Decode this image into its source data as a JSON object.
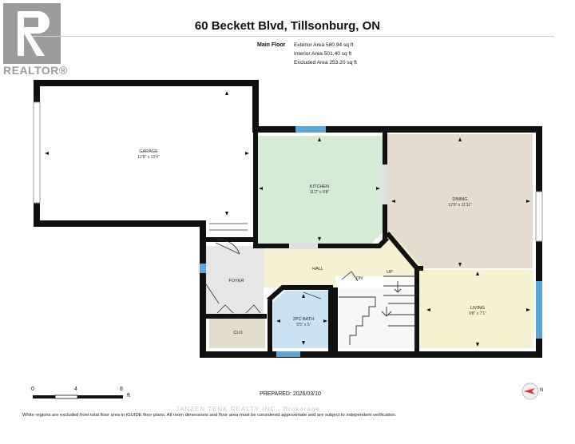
{
  "branding": {
    "logo_text": "REALTOR®"
  },
  "header": {
    "title": "60 Beckett Blvd, Tillsonburg, ON"
  },
  "floor": {
    "name": "Main Floor",
    "exterior_area": "Exterior Area 580.94 sq ft",
    "interior_area": "Interior Area 501.40 sq ft",
    "excluded_area": "Excluded Area 253.20 sq ft"
  },
  "rooms": {
    "garage": {
      "name": "GARAGE",
      "dims": "12'8\" x 13'4\""
    },
    "kitchen": {
      "name": "KITCHEN",
      "dims": "11'2\" x 9'8\""
    },
    "dining": {
      "name": "DINING",
      "dims": "12'9\" x 11'11\""
    },
    "hall": {
      "name": "HALL"
    },
    "foyer": {
      "name": "FOYER"
    },
    "clo": {
      "name": "CLO"
    },
    "bath": {
      "name": "2PC BATH",
      "dims": "5'5\" x 5'"
    },
    "living": {
      "name": "LIVING",
      "dims": "9'8\" x 7'1\""
    },
    "stairs_down": "DN",
    "stairs_up": "UP"
  },
  "scale": {
    "ticks": [
      "0",
      "4",
      "8"
    ],
    "unit": "ft"
  },
  "prepared": "PREPARED: 2026/03/10",
  "watermark": "JANZEN TENK REALTY INC., Brokerage",
  "footer": "White regions are excluded from total floor area in iGUIDE floor plans. All room dimensions and floor area must be considered approximate and are subject to independent verification.",
  "compass": {
    "label": "N"
  },
  "colors": {
    "wall": "#111111",
    "kitchen": "#d4ecd6",
    "dining": "#e6dccd",
    "hall": "#f6f1d0",
    "foyer": "#e6e6e6",
    "clo": "#e2dccb",
    "bath": "#c9e3f5",
    "living": "#f6f1d0",
    "window": "#5aa6d6"
  }
}
